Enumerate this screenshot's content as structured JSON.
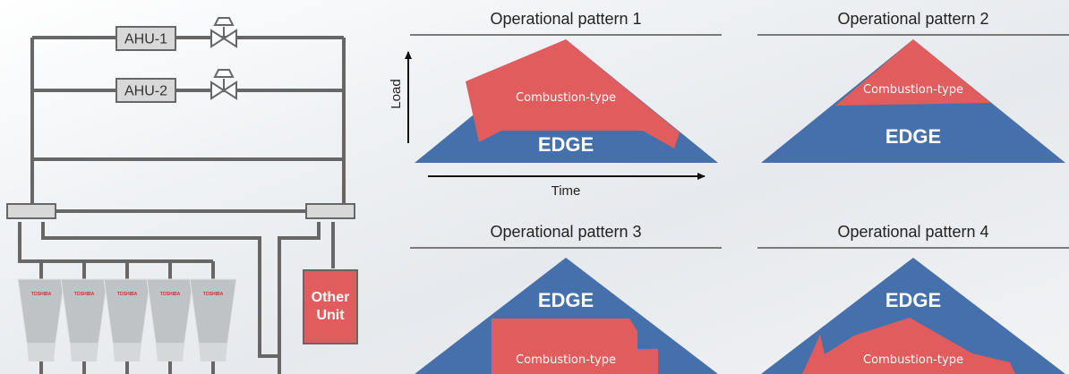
{
  "colors": {
    "edge_blue": "#4670AB",
    "combustion_red": "#E15C5C",
    "pipe_gray": "#676767",
    "box_fill": "#D8D8D8",
    "unit_red": "#E15C5C"
  },
  "system": {
    "ahu1_label": "AHU-1",
    "ahu2_label": "AHU-2",
    "other_unit_line1": "Other",
    "other_unit_line2": "Unit",
    "chiller_brand": "TOSHIBA"
  },
  "patterns": [
    {
      "title": "Operational pattern 1",
      "edge_label": "EDGE",
      "combustion_label": "Combustion-type"
    },
    {
      "title": "Operational pattern 2",
      "edge_label": "EDGE",
      "combustion_label": "Combustion-type"
    },
    {
      "title": "Operational pattern 3",
      "edge_label": "EDGE",
      "combustion_label": "Combustion-type"
    },
    {
      "title": "Operational pattern 4",
      "edge_label": "EDGE",
      "combustion_label": "Combustion-type"
    }
  ],
  "axes": {
    "y_label": "Load",
    "x_label": "Time"
  }
}
